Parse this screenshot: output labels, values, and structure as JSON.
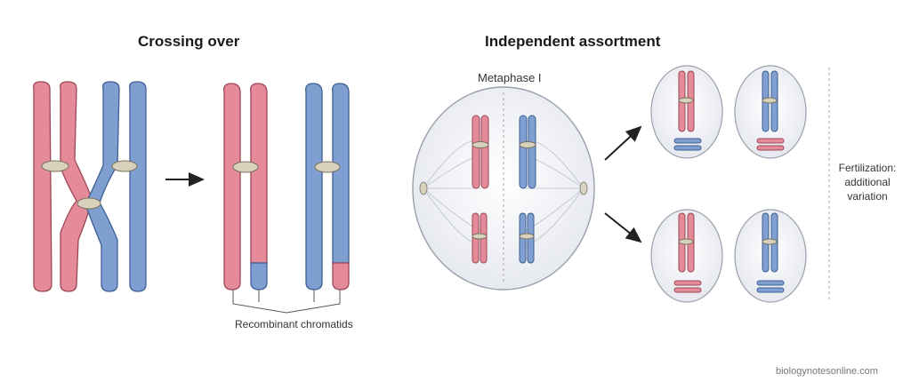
{
  "panels": {
    "crossing_over": {
      "title": "Crossing over",
      "recombinant_label": "Recombinant chromatids"
    },
    "independent_assortment": {
      "title": "Independent assortment",
      "metaphase_label": "Metaphase I",
      "fertilization_label": "Fertilization: additional variation"
    }
  },
  "footer": {
    "site": "biologynotesonline.com"
  },
  "colors": {
    "maternal_pink": "#e58a98",
    "paternal_blue": "#7f9fd0",
    "centromere": "#d8d2bd",
    "cell_fill": "#eef0f4",
    "arrow": "#222222"
  }
}
